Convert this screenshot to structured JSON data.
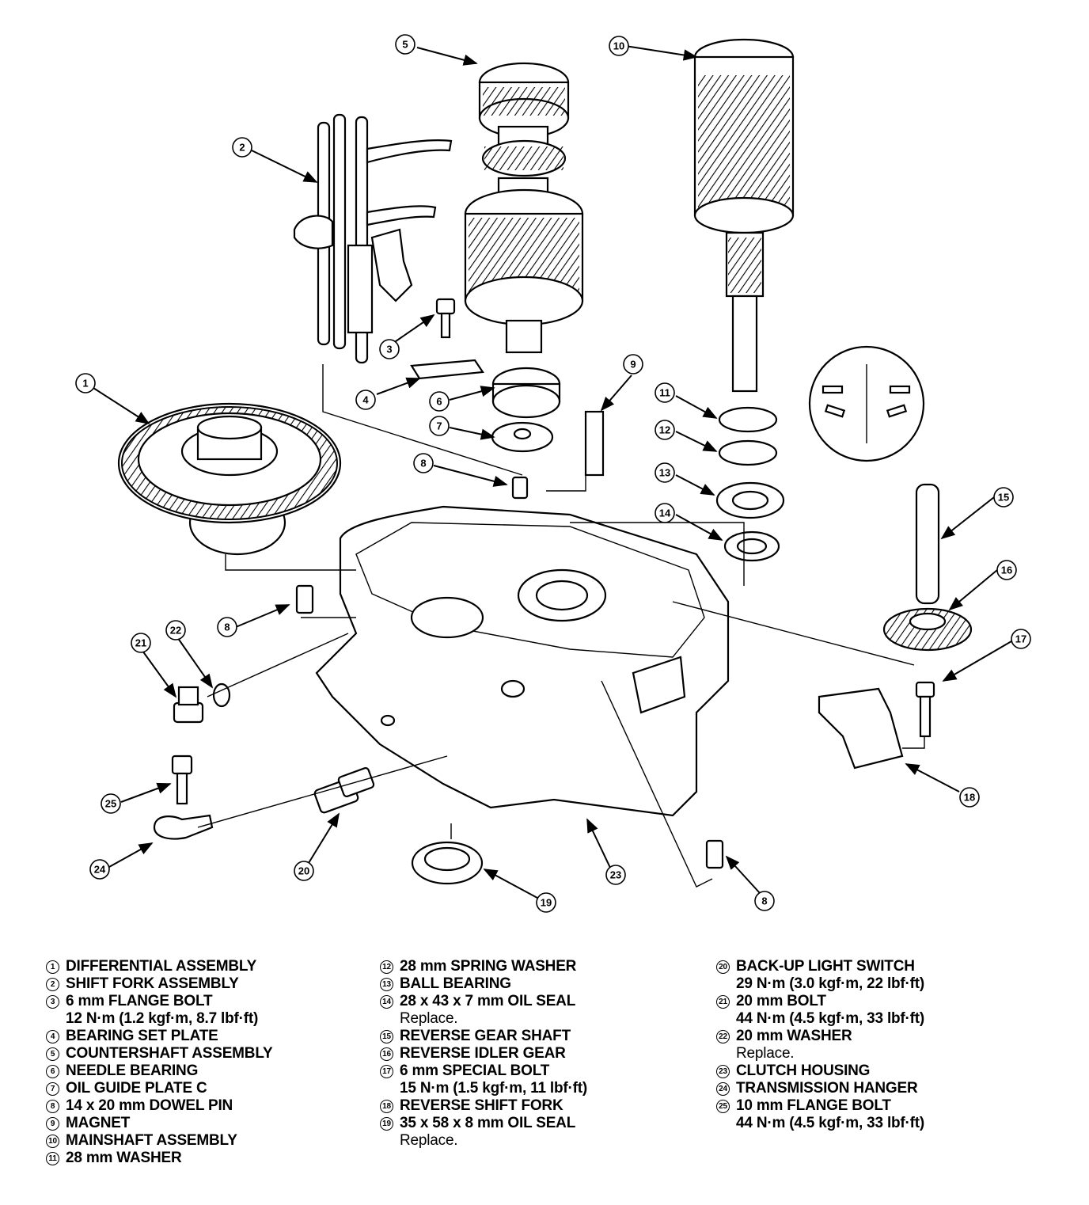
{
  "diagram": {
    "callout_numbers": [
      "1",
      "2",
      "3",
      "4",
      "5",
      "6",
      "7",
      "8",
      "9",
      "10",
      "11",
      "12",
      "13",
      "14",
      "15",
      "16",
      "17",
      "18",
      "19",
      "20",
      "21",
      "22",
      "23",
      "24",
      "25"
    ]
  },
  "legend": {
    "col1": [
      {
        "num": "1",
        "text": "DIFFERENTIAL ASSEMBLY"
      },
      {
        "num": "2",
        "text": "SHIFT FORK ASSEMBLY"
      },
      {
        "num": "3",
        "text": "6 mm FLANGE BOLT",
        "sub": "12 N·m (1.2 kgf·m, 8.7 lbf·ft)"
      },
      {
        "num": "4",
        "text": "BEARING SET PLATE"
      },
      {
        "num": "5",
        "text": "COUNTERSHAFT ASSEMBLY"
      },
      {
        "num": "6",
        "text": "NEEDLE BEARING"
      },
      {
        "num": "7",
        "text": "OIL GUIDE PLATE C"
      },
      {
        "num": "8",
        "text": "14 x 20 mm DOWEL PIN"
      },
      {
        "num": "9",
        "text": "MAGNET"
      },
      {
        "num": "10",
        "text": "MAINSHAFT ASSEMBLY"
      },
      {
        "num": "11",
        "text": "28 mm WASHER"
      }
    ],
    "col2": [
      {
        "num": "12",
        "text": "28 mm SPRING WASHER"
      },
      {
        "num": "13",
        "text": "BALL BEARING"
      },
      {
        "num": "14",
        "text": "28 x 43 x 7 mm OIL SEAL",
        "note": "Replace."
      },
      {
        "num": "15",
        "text": "REVERSE GEAR SHAFT"
      },
      {
        "num": "16",
        "text": "REVERSE IDLER GEAR"
      },
      {
        "num": "17",
        "text": "6 mm SPECIAL BOLT",
        "sub": "15 N·m (1.5 kgf·m, 11 lbf·ft)"
      },
      {
        "num": "18",
        "text": "REVERSE SHIFT FORK"
      },
      {
        "num": "19",
        "text": "35 x 58 x 8 mm OIL SEAL",
        "note": "Replace."
      }
    ],
    "col3": [
      {
        "num": "20",
        "text": "BACK-UP LIGHT SWITCH",
        "sub": "29 N·m (3.0 kgf·m, 22 lbf·ft)"
      },
      {
        "num": "21",
        "text": "20 mm BOLT",
        "sub": "44 N·m (4.5 kgf·m, 33 lbf·ft)"
      },
      {
        "num": "22",
        "text": "20 mm WASHER",
        "note": "Replace."
      },
      {
        "num": "23",
        "text": "CLUTCH HOUSING"
      },
      {
        "num": "24",
        "text": "TRANSMISSION HANGER"
      },
      {
        "num": "25",
        "text": "10 mm FLANGE BOLT",
        "sub": "44 N·m (4.5 kgf·m, 33 lbf·ft)"
      }
    ]
  }
}
